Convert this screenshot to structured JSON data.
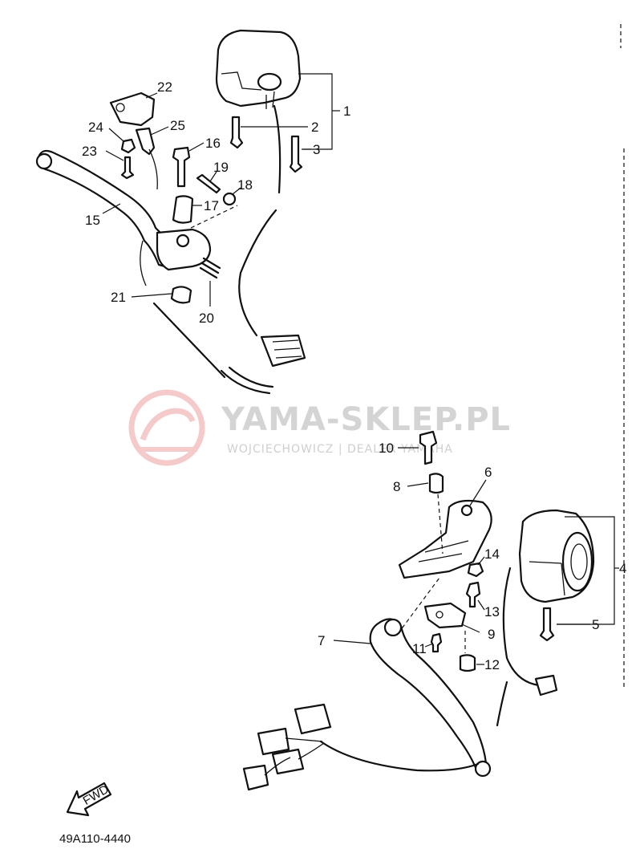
{
  "diagram_code": "49A110-4440",
  "fwd_label": "FWD",
  "watermark": {
    "title": "YAMA-SKLEP.PL",
    "subtitle": "WOJCIECHOWICZ | DEALER YAMAHA"
  },
  "callouts": {
    "c1": "1",
    "c2": "2",
    "c3": "3",
    "c4": "4",
    "c5": "5",
    "c6": "6",
    "c7": "7",
    "c8": "8",
    "c9": "9",
    "c10": "10",
    "c11": "11",
    "c12": "12",
    "c13": "13",
    "c14": "14",
    "c15": "15",
    "c16": "16",
    "c17": "17",
    "c18": "18",
    "c19": "19",
    "c20": "20",
    "c21": "21",
    "c22": "22",
    "c23": "23",
    "c24": "24",
    "c25": "25"
  }
}
